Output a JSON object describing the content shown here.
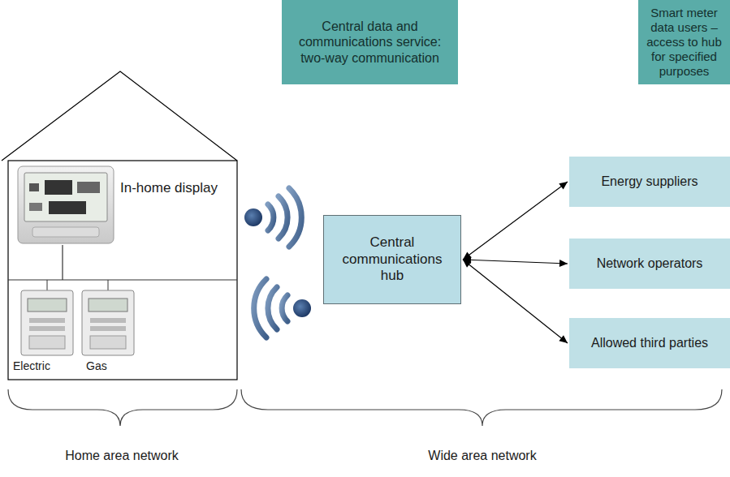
{
  "diagram": {
    "nodes": [
      {
        "text": [
          "Central data and communications service: two-way communication"
        ]
      },
      {
        "text": [
          "Smart meter data users – access to hub for specified purposes"
        ]
      },
      {
        "text": [
          "Central communications hub"
        ]
      },
      {
        "text": [
          "Energy suppliers"
        ]
      },
      {
        "text": [
          "Network operators"
        ]
      },
      {
        "text": [
          "Allowed third parties"
        ]
      }
    ],
    "edges": [
      {
        "from": 2,
        "to": 3,
        "arrow": "both"
      },
      {
        "from": 2,
        "to": 4,
        "arrow": "both"
      },
      {
        "from": 2,
        "to": 5,
        "arrow": "both"
      }
    ],
    "labels": [
      "In-home display",
      "Electric",
      "Gas",
      "Home area network",
      "Wide area network"
    ]
  }
}
